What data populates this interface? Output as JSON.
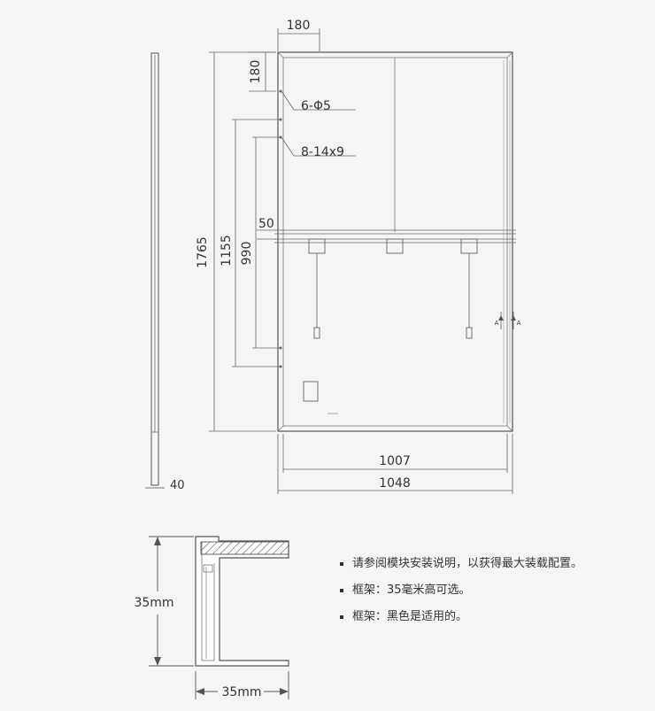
{
  "top_view": {
    "dim_hole_offset_x": "180",
    "dim_hole_offset_y": "180",
    "mounting_holes": "6-Φ5",
    "slot_holes": "8-14x9",
    "dim_middle_gap": "50",
    "dim_length": "1765",
    "dim_1155": "1155",
    "dim_990": "990",
    "dim_inner_width": "1007",
    "dim_width": "1048",
    "dim_thickness": "40",
    "section_marker": "A"
  },
  "frame_section": {
    "height_label": "35mm",
    "width_label": "35mm"
  },
  "notes": [
    "请参阅模块安装说明，以获得最大装载配置。",
    "框架：35毫米高可选。",
    "框架：黑色是适用的。"
  ],
  "colors": {
    "line": "#555555",
    "background": "#f5f5f5"
  }
}
